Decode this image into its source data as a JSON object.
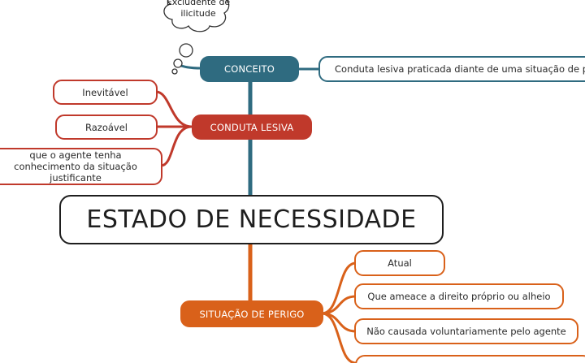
{
  "central": {
    "label": "ESTADO DE NECESSIDADE"
  },
  "colors": {
    "conceito": "#2f6b80",
    "conduta": "#c0392b",
    "situacao": "#d9611a",
    "central_border": "#1e1e1e"
  },
  "branches": {
    "conceito": {
      "label": "CONCEITO",
      "note": "Excludente de ilicitude",
      "children": [
        "Conduta lesiva praticada diante de uma situação de perig"
      ]
    },
    "conduta": {
      "label": "CONDUTA LESIVA",
      "children": [
        "Inevitável",
        "Razoável",
        "que o agente tenha conhecimento da situação justificante"
      ]
    },
    "situacao": {
      "label": "SITUAÇÃO DE PERIGO",
      "children": [
        "Atual",
        "Que ameace a direito próprio ou alheio",
        "Não causada voluntariamente pelo agente"
      ]
    }
  }
}
